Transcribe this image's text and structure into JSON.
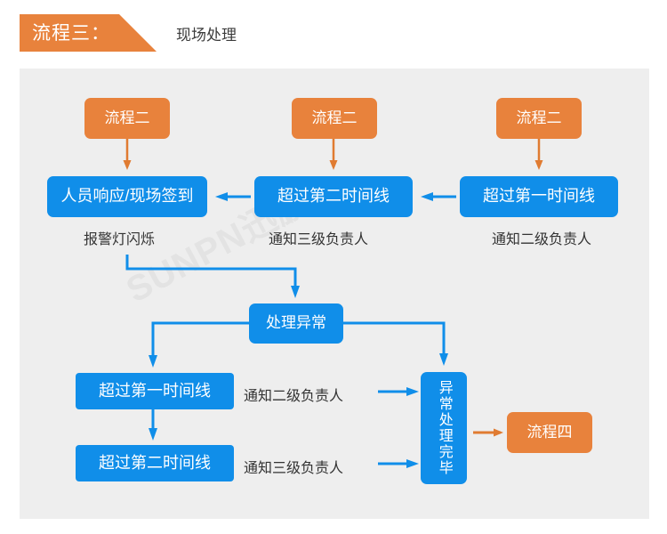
{
  "header": {
    "tag_label": "流程三：",
    "subtitle": "现场处理"
  },
  "colors": {
    "orange": "#E8823C",
    "blue": "#108EE9",
    "panel_bg": "#EEEEEE",
    "page_bg": "#FFFFFF",
    "caption_text": "#333333",
    "watermark": "#E3E3E3"
  },
  "watermark": {
    "text": "SUNPN迅鹏"
  },
  "nodes": {
    "src_left": {
      "label": "流程二",
      "color": "orange"
    },
    "src_mid": {
      "label": "流程二",
      "color": "orange"
    },
    "src_right": {
      "label": "流程二",
      "color": "orange"
    },
    "row1_left": {
      "label": "人员响应/现场签到",
      "color": "blue"
    },
    "row1_mid": {
      "label": "超过第二时间线",
      "color": "blue"
    },
    "row1_right": {
      "label": "超过第一时间线",
      "color": "blue"
    },
    "handle_exception": {
      "label": "处理异常",
      "color": "blue"
    },
    "row3_first": {
      "label": "超过第一时间线",
      "color": "blue"
    },
    "row3_second": {
      "label": "超过第二时间线",
      "color": "blue"
    },
    "done": {
      "label": "异常处理完毕",
      "color": "blue"
    },
    "next_flow": {
      "label": "流程四",
      "color": "orange"
    }
  },
  "captions": {
    "alarm_light": "报警灯闪烁",
    "notify_l3_top": "通知三级负责人",
    "notify_l2_top": "通知二级负责人",
    "notify_l2_bottom": "通知二级负责人",
    "notify_l3_bottom": "通知三级负责人"
  }
}
